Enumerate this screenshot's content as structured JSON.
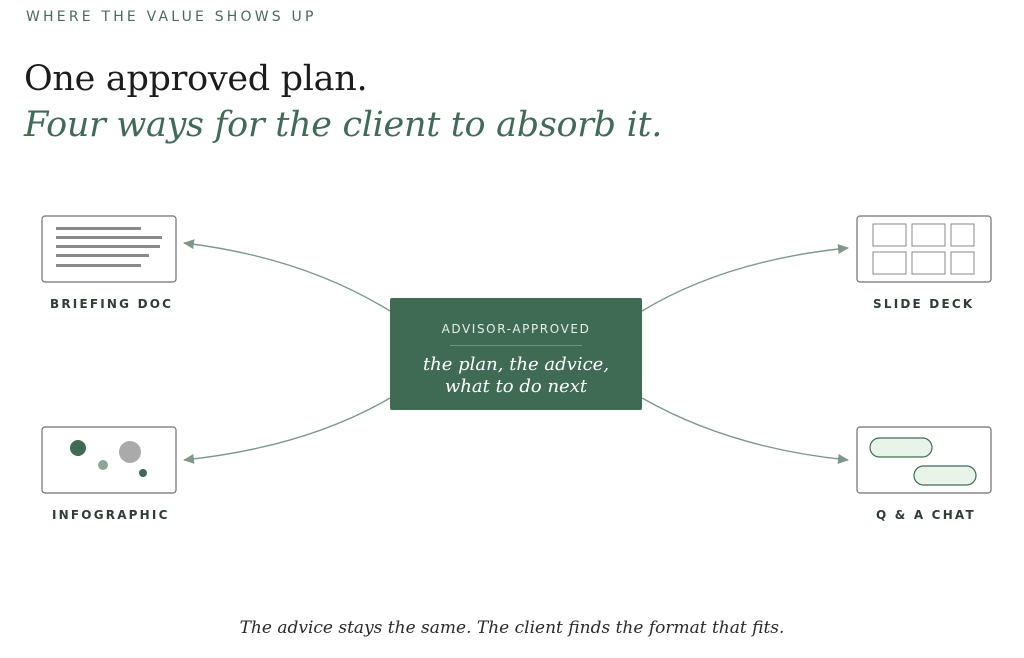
{
  "eyebrow": "WHERE THE VALUE SHOWS UP",
  "headline": "One approved plan.",
  "subheadline": "Four ways for the client to absorb it.",
  "center": {
    "label": "ADVISOR-APPROVED",
    "line1": "the plan, the advice,",
    "line2": "what to do next"
  },
  "nodes": {
    "briefing": "BRIEFING DOC",
    "slides": "SLIDE DECK",
    "infographic": "INFOGRAPHIC",
    "chat": "Q & A CHAT"
  },
  "footer": "The advice stays the same. The client finds the format that fits.",
  "colors": {
    "accent": "#3f6b55",
    "icon_fill": "#e8f3ea",
    "arrow": "#7f988b"
  }
}
